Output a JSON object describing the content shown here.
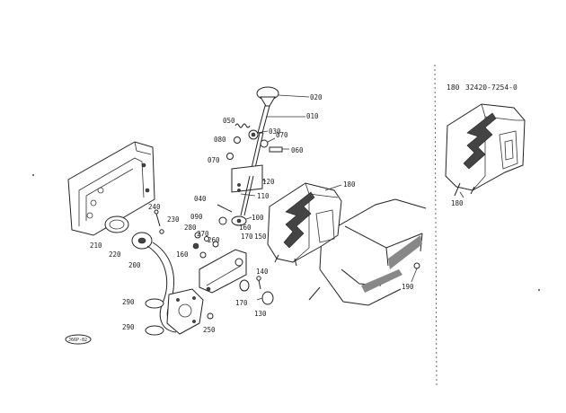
{
  "colors": {
    "ink": "#222222",
    "paper": "#ffffff"
  },
  "inset": {
    "ref": "180",
    "part_number": "32420-7254-0"
  },
  "stamp": "J66P-02",
  "labels": {
    "p020": "020",
    "p010": "010",
    "p050": "050",
    "p030": "030",
    "p080": "080",
    "p070a": "070",
    "p070b": "070",
    "p060": "060",
    "p120": "120",
    "p110": "110",
    "p040": "040",
    "p090": "090",
    "p100": "100",
    "p160a": "160",
    "p170a": "170",
    "p150": "150",
    "p280": "280",
    "p270": "270",
    "p260": "260",
    "p160b": "160",
    "p140": "140",
    "p170b": "170",
    "p130": "130",
    "p180a": "180",
    "p180b": "180",
    "p190": "190",
    "p240": "240",
    "p230": "230",
    "p210": "210",
    "p220": "220",
    "p200": "200",
    "p290a": "290",
    "p290b": "290",
    "p250": "250"
  }
}
